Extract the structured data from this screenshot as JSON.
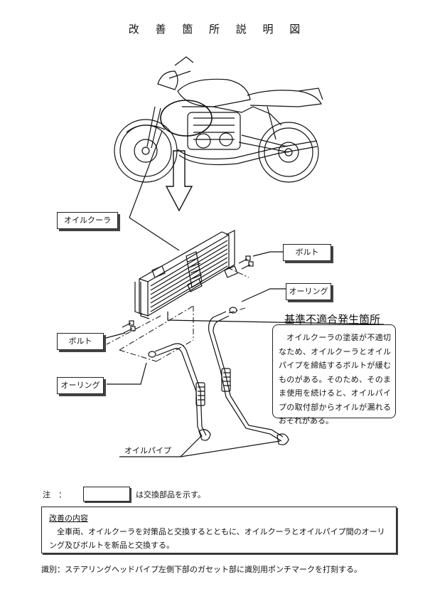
{
  "title": "改 善 箇 所 説 明 図",
  "labels": {
    "oil_cooler": "オイルクーラ",
    "bolt_right": "ボルト",
    "oring_right": "オーリング",
    "bolt_left": "ボルト",
    "oring_left": "オーリング",
    "oil_pipe": "オイルパイプ"
  },
  "defect": {
    "title": "基準不適合発生箇所",
    "text": "オイルクーラの塗装が不適切なため、オイルクーラとオイルパイプを締結するボルトが緩むものがある。そのため、そのまま使用を続けると、オイルパイプの取付部からオイルが漏れるおそれがある。"
  },
  "note": {
    "prefix": "注　：",
    "suffix": "は交換部品を示す。"
  },
  "content": {
    "heading": "改善の内容",
    "body": "全車両、オイルクーラを対策品と交換するとともに、オイルクーラとオイルパイプ間のオーリング及びボルトを新品と交換する。"
  },
  "identification": "識別：ステアリングヘッドパイプ左側下部のガセット部に識別用ポンチマークを打刻する。"
}
